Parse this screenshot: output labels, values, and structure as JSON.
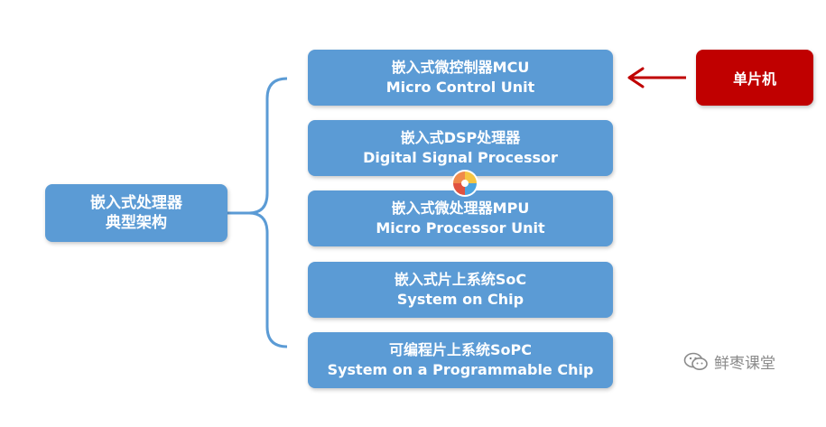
{
  "root": {
    "line1": "嵌入式处理器",
    "line2": "典型架构"
  },
  "items": [
    {
      "cn": "嵌入式微控制器MCU",
      "en": "Micro Control Unit"
    },
    {
      "cn": "嵌入式DSP处理器",
      "en": "Digital Signal Processor"
    },
    {
      "cn": "嵌入式微处理器MPU",
      "en": "Micro Processor Unit"
    },
    {
      "cn": "嵌入式片上系统SoC",
      "en": "System on Chip"
    },
    {
      "cn": "可编程片上系统SoPC",
      "en": "System on a Programmable Chip"
    }
  ],
  "annotation": {
    "label": "单片机",
    "color": "#c00000",
    "arrow_color": "#c00000"
  },
  "watermark": {
    "icon": "wechat-icon",
    "text": "鲜枣课堂"
  },
  "colors": {
    "box": "#5b9bd5",
    "bracket": "#5b9bd5"
  }
}
